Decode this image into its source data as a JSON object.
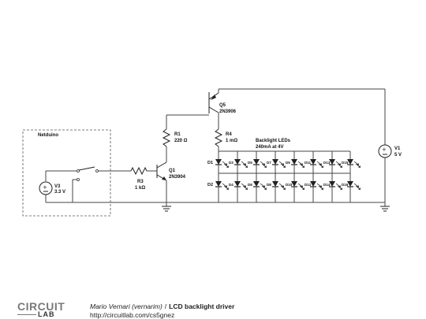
{
  "schematic": {
    "netduino_label": "Netduino",
    "v3": {
      "name": "V3",
      "value": "3.3 V"
    },
    "r3": {
      "name": "R3",
      "value": "1 kΩ"
    },
    "q1": {
      "name": "Q1",
      "value": "2N3904"
    },
    "r1": {
      "name": "R1",
      "value": "220 Ω"
    },
    "q5": {
      "name": "Q5",
      "value": "2N3906"
    },
    "r4": {
      "name": "R4",
      "value": "1 mΩ"
    },
    "leds_title": "Backlight LEDs",
    "leds_spec": "240mA at 4V",
    "v1": {
      "name": "V1",
      "value": "5 V"
    },
    "top_row": [
      "D1",
      "D3",
      "D5",
      "D7",
      "D9",
      "D11",
      "D13",
      "D15"
    ],
    "bottom_row": [
      "D2",
      "D4",
      "D6",
      "D8",
      "D10",
      "D12",
      "D14",
      "D16"
    ]
  },
  "footer": {
    "logo_top": "CIRCUIT",
    "logo_bottom": "LAB",
    "author": "Mario Vernari (vernarim)",
    "separator": "/",
    "title": "LCD backlight driver",
    "url": "http://circuitlab.com/cs5gnez"
  }
}
